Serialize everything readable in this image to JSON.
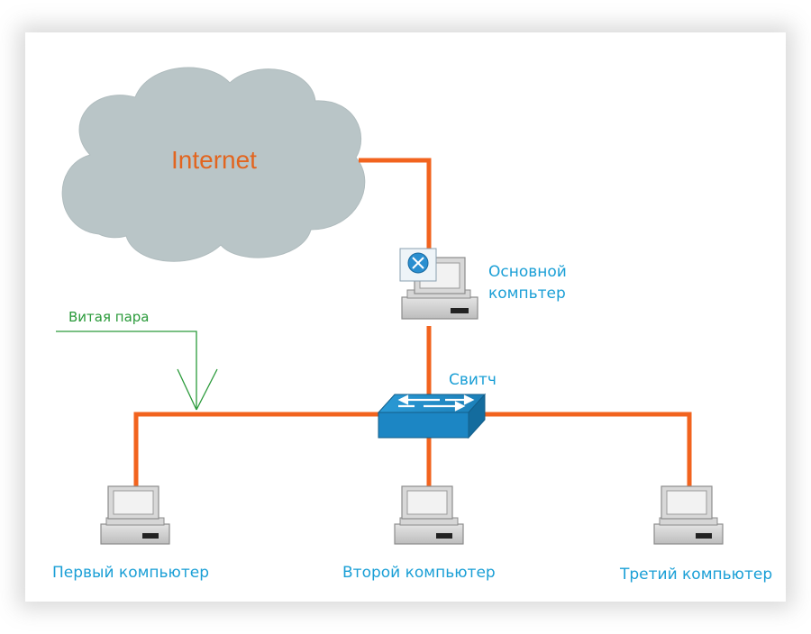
{
  "cloud": {
    "label": "Internet"
  },
  "main_computer": {
    "line1": "Основной",
    "line2": "компьтер"
  },
  "switch": {
    "label": "Свитч"
  },
  "cable": {
    "label": "Витая пара"
  },
  "computers": [
    {
      "label": "Первый компьютер"
    },
    {
      "label": "Второй компьютер"
    },
    {
      "label": "Третий компьютер"
    }
  ],
  "colors": {
    "cable": "#f2631e",
    "cloud": "#b8c4c6",
    "switch": "#1f8fc8",
    "label": "#1a9fd6",
    "internet_text": "#e2651f",
    "twisted_pair_text": "#2a9a3a"
  }
}
